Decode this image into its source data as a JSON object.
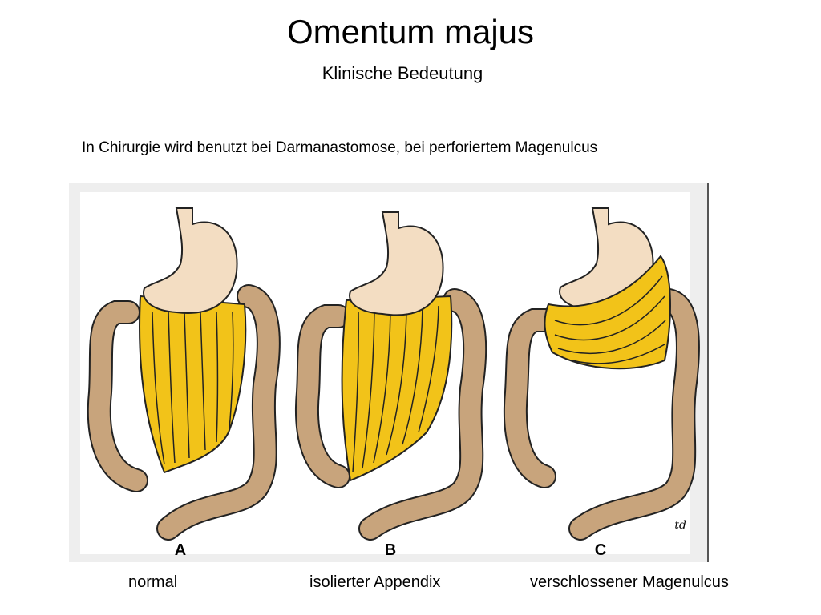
{
  "slide": {
    "title": "Omentum majus",
    "subtitle": "Klinische Bedeutung",
    "statement": "In Chirurgie wird benutzt bei Darmanastomose, bei perforiertem Magenulcus"
  },
  "figure": {
    "panels": [
      {
        "letter": "A",
        "caption": "normal"
      },
      {
        "letter": "B",
        "caption": "isolierter Appendix"
      },
      {
        "letter": "C",
        "caption": "verschlossener Magenulcus"
      }
    ],
    "signature": "td",
    "colors": {
      "stomach": "#f3ddc2",
      "omentum": "#f2c319",
      "colon": "#c8a47c",
      "outline": "#222222",
      "background": "#eeeeee"
    }
  }
}
